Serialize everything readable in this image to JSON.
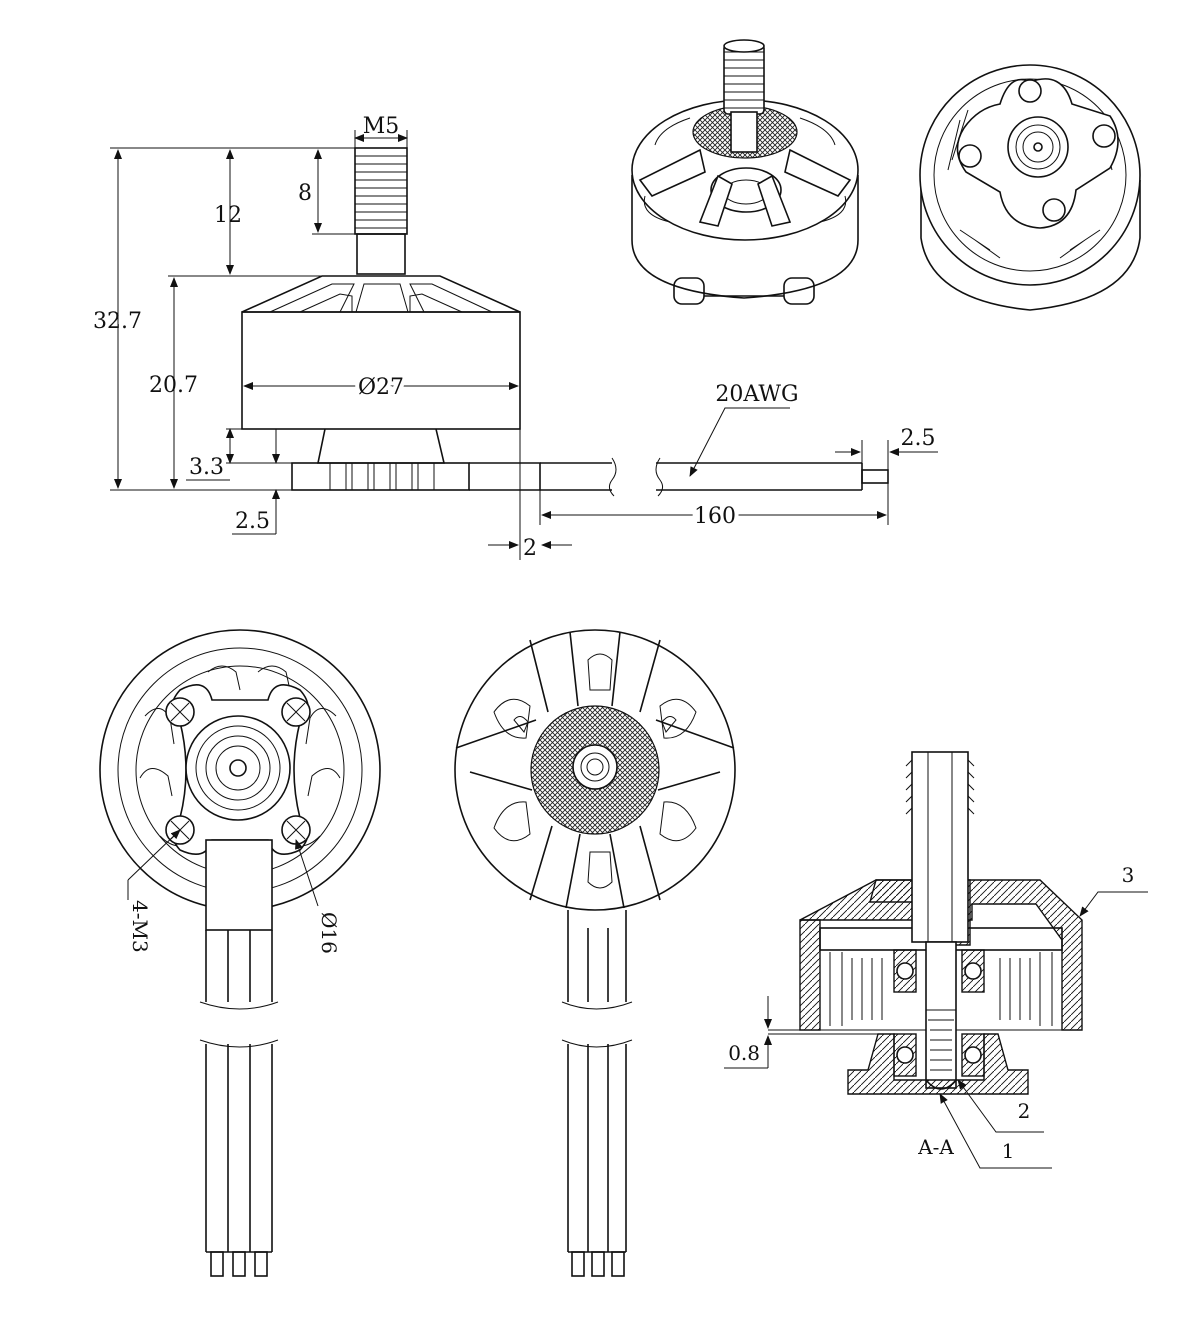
{
  "drawing": {
    "side_view": {
      "dims": {
        "thread": "M5",
        "thread_length": "8",
        "shaft_length": "12",
        "total_height": "32.7",
        "body_height": "20.7",
        "diameter": "Ø27",
        "base_height": "3.3",
        "flange_thickness": "2.5",
        "wire_gauge": "20AWG",
        "wire_tip": "2.5",
        "wire_length": "160",
        "wire_offset": "2"
      }
    },
    "bottom_view": {
      "mount_holes": "4-M3",
      "hole_circle": "Ø16"
    },
    "section_view": {
      "title": "A-A",
      "gap": "0.8",
      "callouts": [
        "1",
        "2",
        "3"
      ]
    }
  }
}
